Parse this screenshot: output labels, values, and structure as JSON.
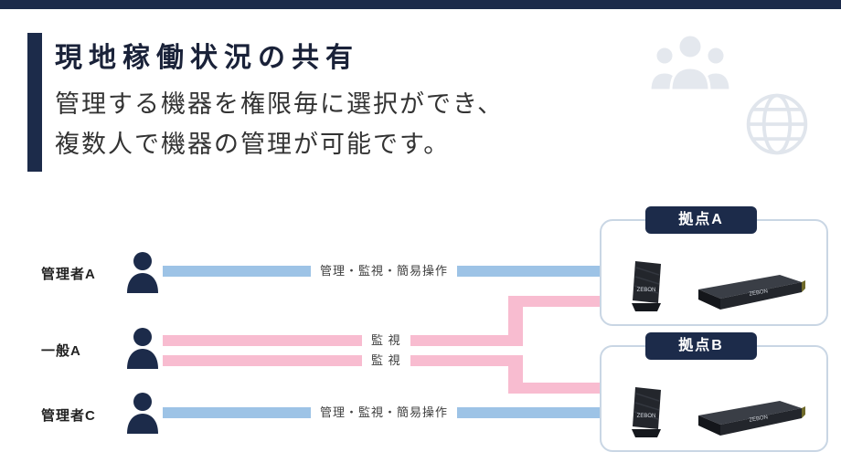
{
  "header": {
    "title": "現地稼働状況の共有",
    "subtitle_line1": "管理する機器を権限毎に選択ができ、",
    "subtitle_line2": "複数人で機器の管理が可能です。"
  },
  "diagram": {
    "rows": [
      {
        "label": "管理者A",
        "permission": "管理・監視・簡易操作",
        "color": "blue"
      },
      {
        "label": "一般A",
        "permission_top": "監 視",
        "permission_bottom": "監 視",
        "color": "pink"
      },
      {
        "label": "管理者C",
        "permission": "管理・監視・簡易操作",
        "color": "blue"
      }
    ],
    "sites": [
      {
        "label": "拠点A"
      },
      {
        "label": "拠点B"
      }
    ],
    "device_brand": "ZEBON"
  },
  "colors": {
    "navy": "#1c2b4a",
    "blue_bar": "#9dc3e6",
    "pink_bar": "#f8bcd0",
    "box_border": "#c9d6e4",
    "watermark_gray": "#e5e9ee"
  }
}
